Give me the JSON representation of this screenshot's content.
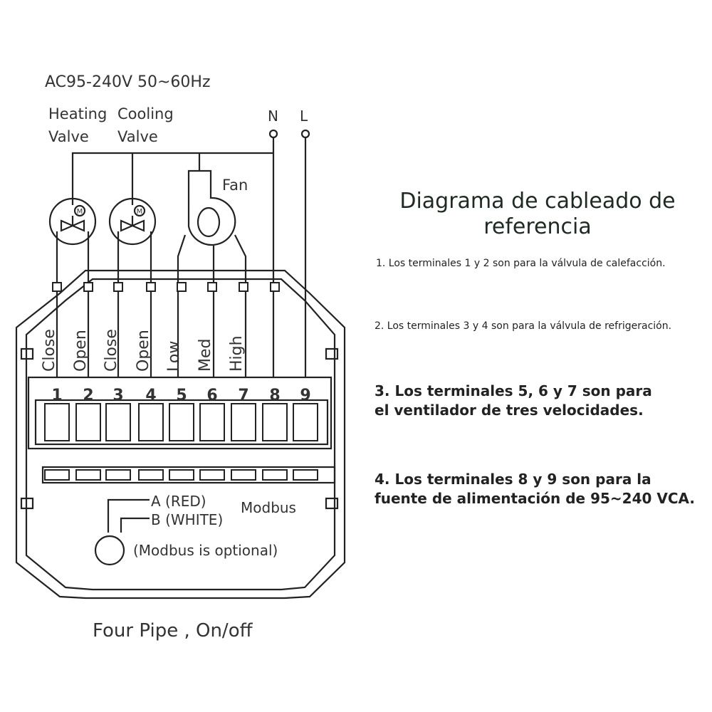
{
  "diagram": {
    "supply": "AC95-240V  50~60Hz",
    "heating_valve": [
      "Heating",
      "Valve"
    ],
    "cooling_valve": [
      "Cooling",
      "Valve"
    ],
    "fan": "Fan",
    "neutral": "N",
    "live": "L",
    "terminal_labels": [
      "Close",
      "Open",
      "Close",
      "Open",
      "Low",
      "Med",
      "High"
    ],
    "terminal_numbers": [
      "1",
      "2",
      "3",
      "4",
      "5",
      "6",
      "7",
      "8",
      "9"
    ],
    "valve_motor": "M",
    "modbus_a": "A (RED)",
    "modbus_b": "B (WHITE)",
    "modbus": "Modbus",
    "modbus_optional": "(Modbus is optional)",
    "caption": "Four Pipe , On/off"
  },
  "panel": {
    "title_line1": "Diagrama de cableado de",
    "title_line2": "referencia",
    "notes": [
      "1. Los terminales 1 y 2 son para la válvula de calefacción.",
      "2. Los terminales 3 y 4 son para la válvula de refrigeración.",
      "3. Los terminales 5, 6 y 7 son para",
      "el ventilador de tres velocidades.",
      "4. Los terminales 8 y 9 son para la",
      "fuente de alimentación de 95~240 VCA."
    ]
  }
}
